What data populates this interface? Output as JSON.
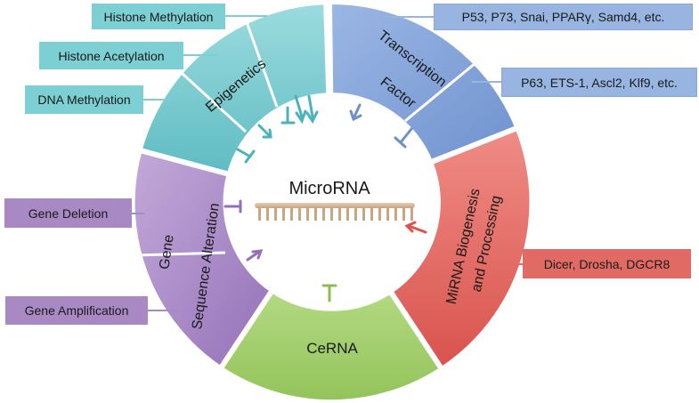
{
  "center": {
    "title": "MicroRNA"
  },
  "segments": {
    "epigenetics": {
      "label": "Epigenetics",
      "color": "#7ccfd3"
    },
    "transcription_factor": {
      "line1": "Transcription",
      "line2": "Factor",
      "color": "#8aa8dc"
    },
    "mirna_biogenesis": {
      "line1": "MiRNA Biogenesis",
      "line2": "and Processing",
      "color": "#e56560"
    },
    "cerna": {
      "label": "CeRNA",
      "color": "#a8d46f"
    },
    "gene_sequence_alteration": {
      "line1": "Gene",
      "line2": "Sequence Alteration",
      "color": "#b497ce"
    }
  },
  "factors": {
    "histone_methylation": "Histone Methylation",
    "histone_acetylation": "Histone Acetylation",
    "dna_methylation": "DNA Methylation",
    "tf_group1": "P53, P73, Snai, PPARγ, Samd4, etc.",
    "tf_group2": "P63, ETS-1, Ascl2, Klf9, etc.",
    "gene_deletion": "Gene Deletion",
    "gene_amplification": "Gene Amplification",
    "biogenesis_factors": "Dicer, Drosha, DGCR8"
  }
}
